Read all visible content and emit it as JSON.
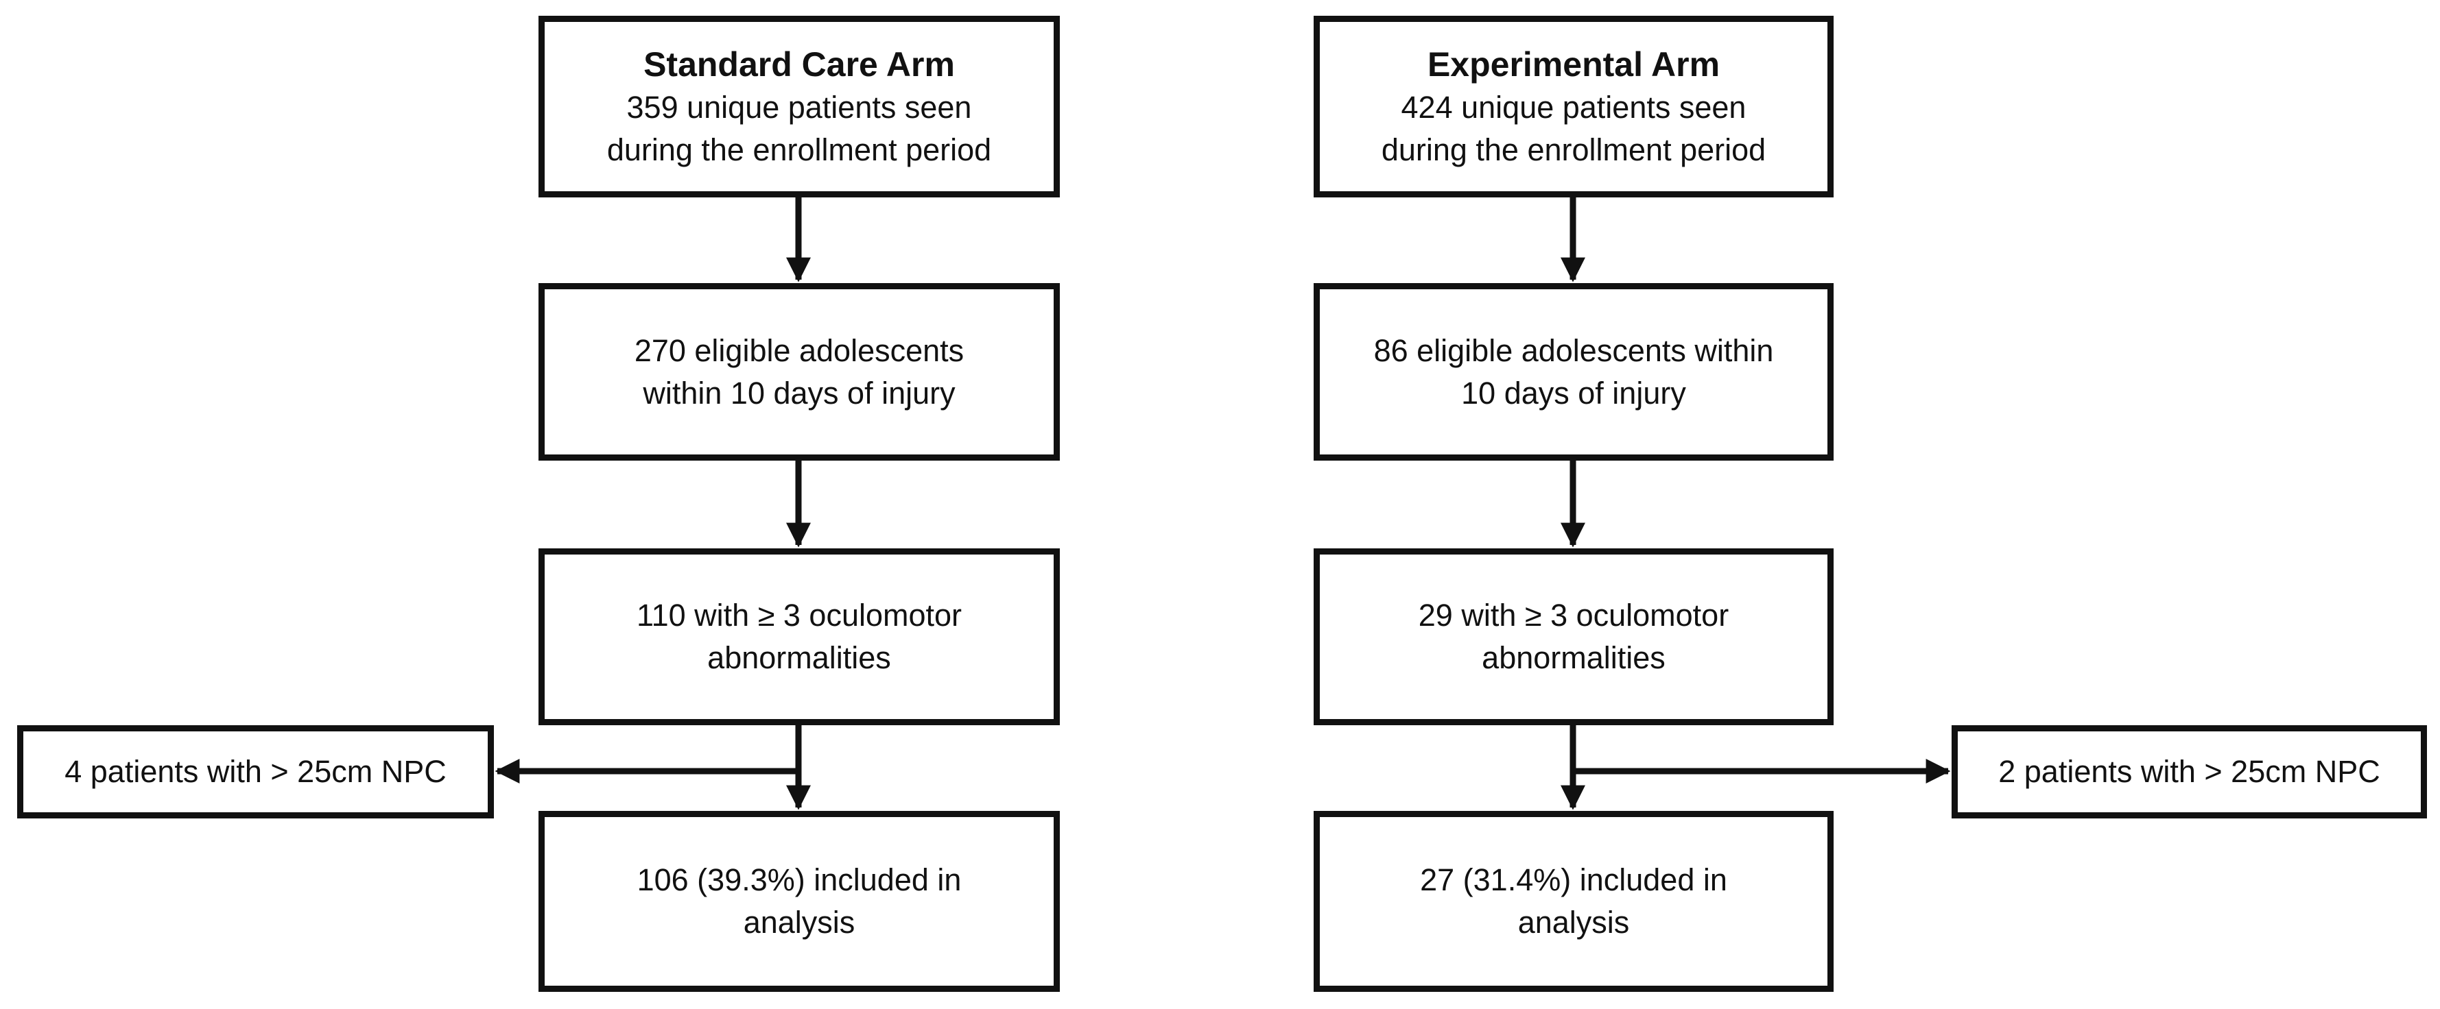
{
  "left_arm": {
    "box1": {
      "title": "Standard Care Arm",
      "text": "359 unique patients seen\nduring the enrollment period"
    },
    "box2": {
      "text": "270 eligible adolescents\nwithin 10 days of injury"
    },
    "box3": {
      "text": "110 with ≥ 3 oculomotor\nabnormalities"
    },
    "exclusion": {
      "text": "4 patients with > 25cm NPC"
    },
    "box4": {
      "text": "106 (39.3%) included in\nanalysis"
    }
  },
  "right_arm": {
    "box1": {
      "title": "Experimental Arm",
      "text": "424 unique patients seen\nduring the enrollment period"
    },
    "box2": {
      "text": "86 eligible adolescents within\n10 days of injury"
    },
    "box3": {
      "text": "29 with ≥ 3 oculomotor\nabnormalities"
    },
    "exclusion": {
      "text": "2 patients with > 25cm NPC"
    },
    "box4": {
      "text": "27 (31.4%) included in\nanalysis"
    }
  },
  "colors": {
    "stroke": "#111111",
    "background": "#ffffff"
  }
}
